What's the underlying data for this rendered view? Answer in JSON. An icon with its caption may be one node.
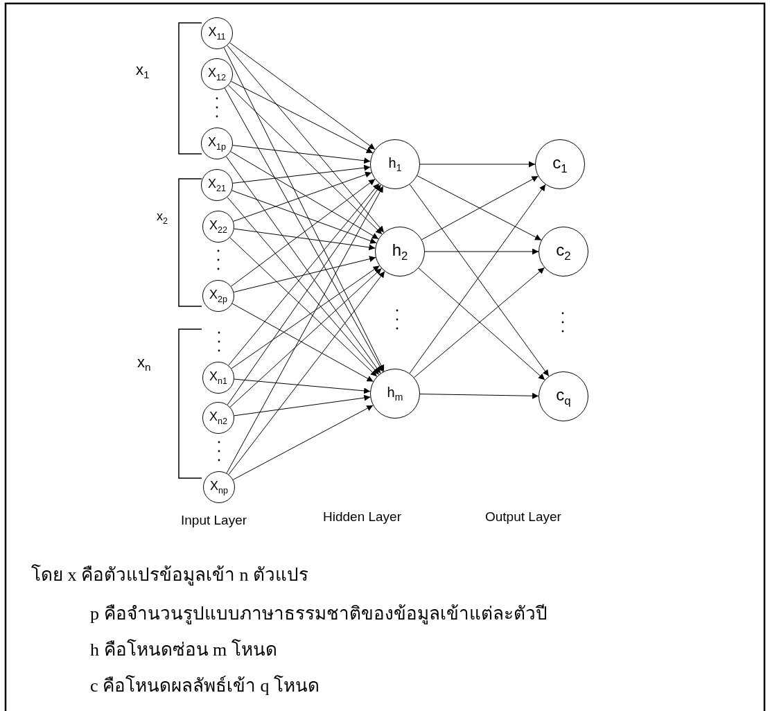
{
  "diagram": {
    "nodes": [
      {
        "text": [
          "X$_{11}$"
        ]
      },
      {
        "text": [
          "X$_{12}$"
        ]
      },
      {
        "text": [
          "X$_{1p}$"
        ]
      },
      {
        "text": [
          "X$_{21}$"
        ]
      },
      {
        "text": [
          "X$_{22}$"
        ]
      },
      {
        "text": [
          "X$_{2p}$"
        ]
      },
      {
        "text": [
          "X$_{n1}$"
        ]
      },
      {
        "text": [
          "X$_{n2}$"
        ]
      },
      {
        "text": [
          "X$_{np}$"
        ]
      },
      {
        "text": [
          "h$_{1}$"
        ]
      },
      {
        "text": [
          "h$_{2}$"
        ]
      },
      {
        "text": [
          "h$_{m}$"
        ]
      },
      {
        "text": [
          "c$_{1}$"
        ]
      },
      {
        "text": [
          "c$_{2}$"
        ]
      },
      {
        "text": [
          "c$_{q}$"
        ]
      }
    ],
    "edges": [
      {
        "from": 0,
        "to": 9,
        "arrow": "to"
      },
      {
        "from": 0,
        "to": 10,
        "arrow": "to"
      },
      {
        "from": 0,
        "to": 11,
        "arrow": "to"
      },
      {
        "from": 1,
        "to": 9,
        "arrow": "to"
      },
      {
        "from": 1,
        "to": 10,
        "arrow": "to"
      },
      {
        "from": 1,
        "to": 11,
        "arrow": "to"
      },
      {
        "from": 2,
        "to": 9,
        "arrow": "to"
      },
      {
        "from": 2,
        "to": 10,
        "arrow": "to"
      },
      {
        "from": 2,
        "to": 11,
        "arrow": "to"
      },
      {
        "from": 3,
        "to": 9,
        "arrow": "to"
      },
      {
        "from": 3,
        "to": 10,
        "arrow": "to"
      },
      {
        "from": 3,
        "to": 11,
        "arrow": "to"
      },
      {
        "from": 4,
        "to": 9,
        "arrow": "to"
      },
      {
        "from": 4,
        "to": 10,
        "arrow": "to"
      },
      {
        "from": 4,
        "to": 11,
        "arrow": "to"
      },
      {
        "from": 5,
        "to": 9,
        "arrow": "to"
      },
      {
        "from": 5,
        "to": 10,
        "arrow": "to"
      },
      {
        "from": 5,
        "to": 11,
        "arrow": "to"
      },
      {
        "from": 6,
        "to": 9,
        "arrow": "to"
      },
      {
        "from": 6,
        "to": 10,
        "arrow": "to"
      },
      {
        "from": 6,
        "to": 11,
        "arrow": "to"
      },
      {
        "from": 7,
        "to": 9,
        "arrow": "to"
      },
      {
        "from": 7,
        "to": 10,
        "arrow": "to"
      },
      {
        "from": 7,
        "to": 11,
        "arrow": "to"
      },
      {
        "from": 8,
        "to": 9,
        "arrow": "to"
      },
      {
        "from": 8,
        "to": 10,
        "arrow": "to"
      },
      {
        "from": 8,
        "to": 11,
        "arrow": "to"
      },
      {
        "from": 9,
        "to": 12,
        "arrow": "to"
      },
      {
        "from": 9,
        "to": 13,
        "arrow": "to"
      },
      {
        "from": 9,
        "to": 14,
        "arrow": "to"
      },
      {
        "from": 10,
        "to": 12,
        "arrow": "to"
      },
      {
        "from": 10,
        "to": 13,
        "arrow": "to"
      },
      {
        "from": 10,
        "to": 14,
        "arrow": "to"
      },
      {
        "from": 11,
        "to": 12,
        "arrow": "to"
      },
      {
        "from": 11,
        "to": 13,
        "arrow": "to"
      },
      {
        "from": 11,
        "to": 14,
        "arrow": "to"
      }
    ],
    "labels": [
      "x$_{1}$",
      "x$_{2}$",
      "x$_{n}$",
      "Input Layer",
      "Hidden Layer",
      "Output Layer",
      "โดย x คือตัวแปรข้อมูลเข้า n ตัวแปร",
      "p คือจำนวนรูปแบบภาษาธรรมชาติของข้อมูลเข้าแต่ละตัวปี",
      "h คือโหนดซ่อน m โหนด",
      "c คือโหนดผลลัพธ์เข้า q โหนด"
    ]
  }
}
